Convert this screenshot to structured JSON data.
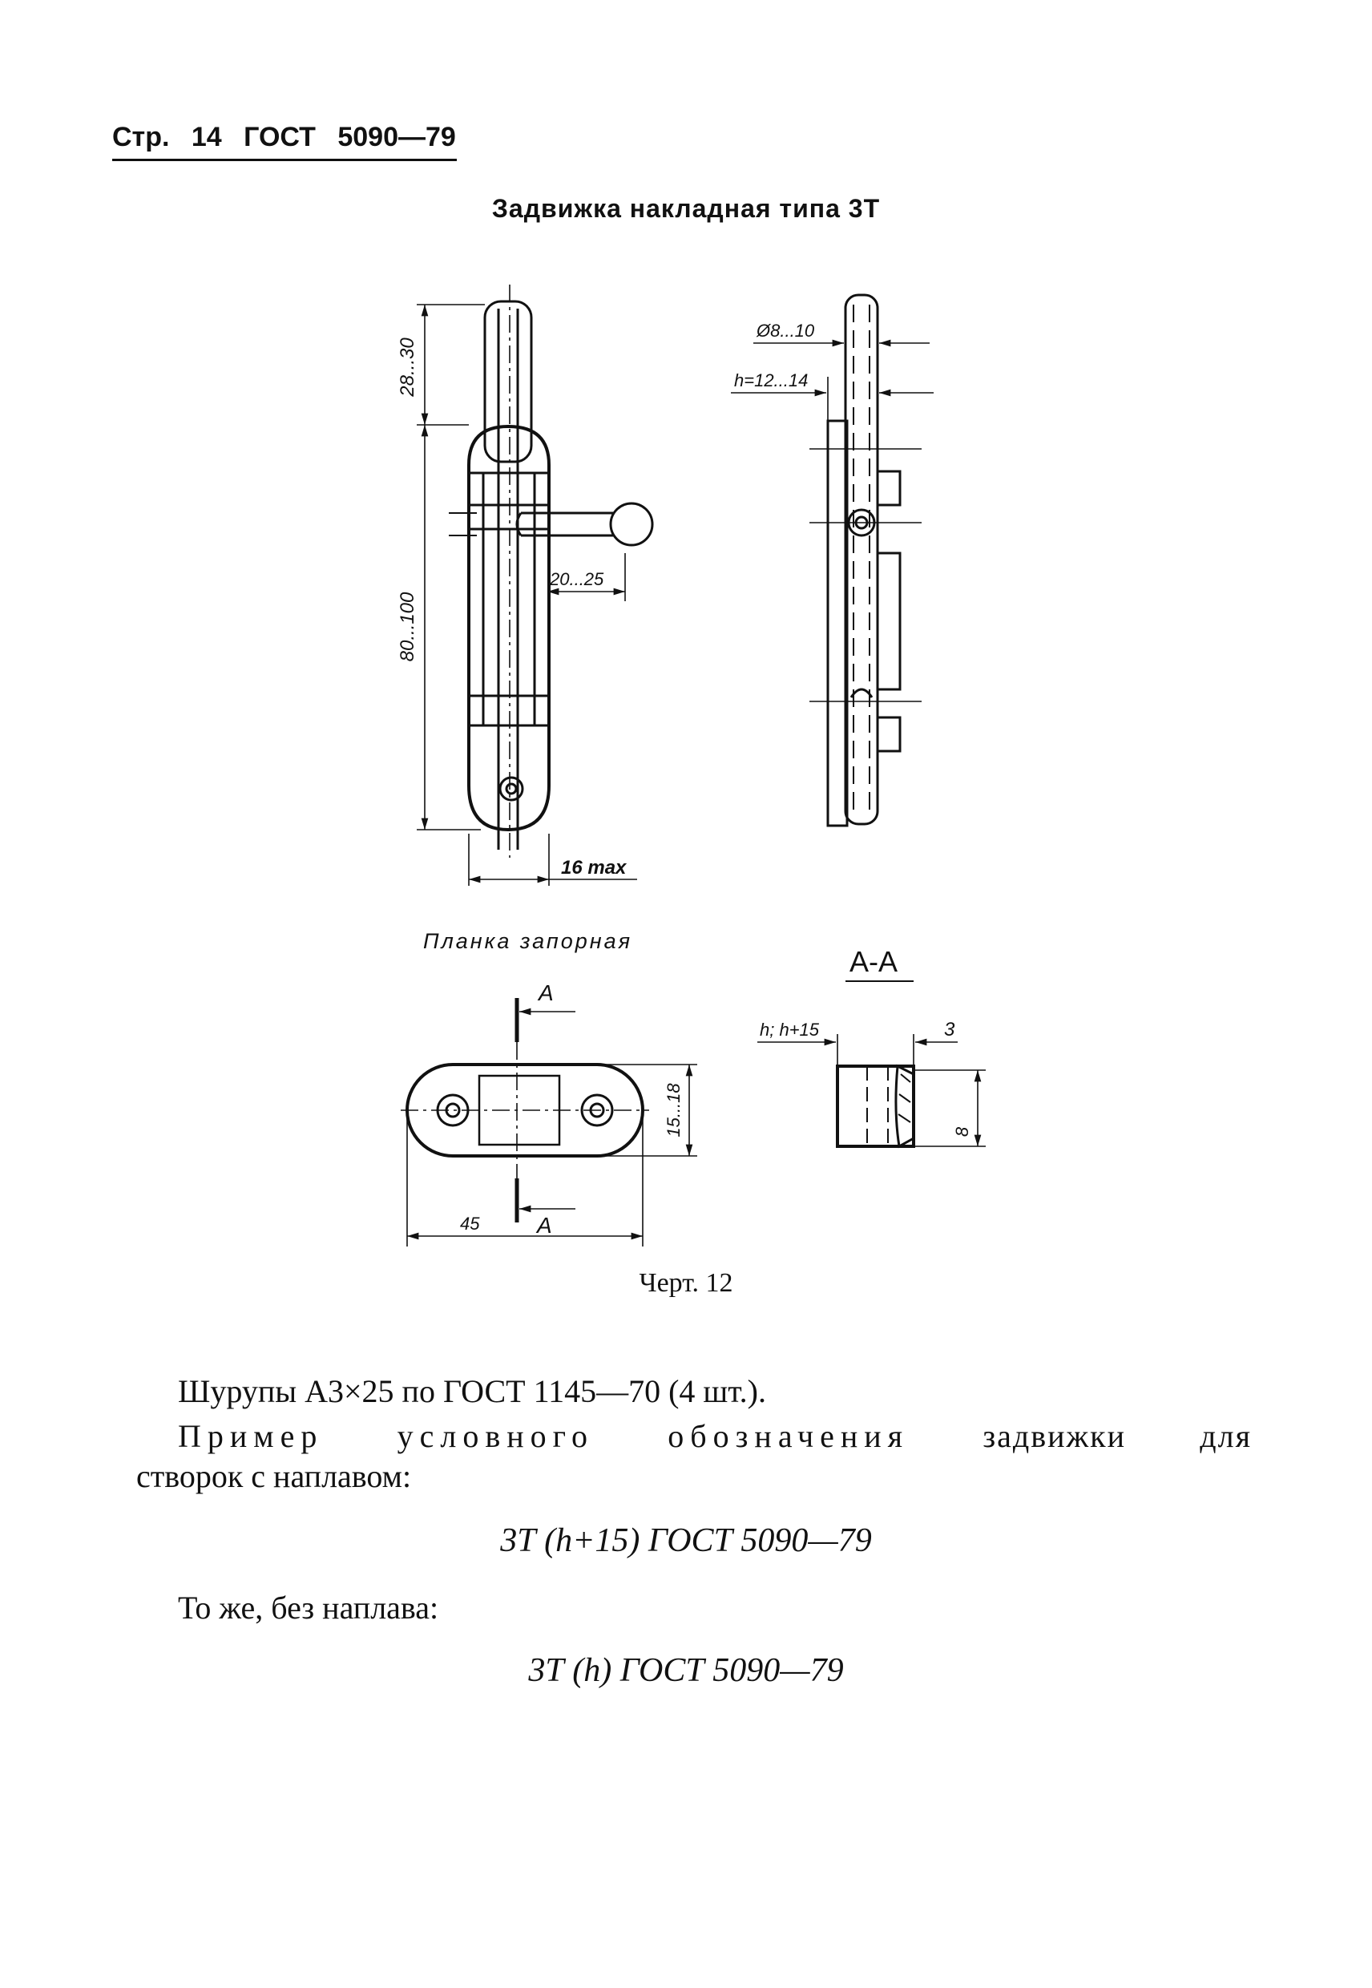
{
  "header": {
    "page_prefix": "Стр.",
    "page_number": "14",
    "standard": "ГОСТ",
    "standard_number": "5090—79"
  },
  "title": "Задвижка накладная типа 3Т",
  "drawing": {
    "dim_top_length": "28...30",
    "dim_body_length": "80...100",
    "dim_handle": "20...25",
    "dim_width_max": "16 max",
    "dim_pin_diameter": "Ø8...10",
    "dim_height": "h=12...14",
    "strike_plate_label": "Планка запорная",
    "section_marker": "A",
    "section_title": "A-A",
    "dim_section_h": "h; h+15",
    "dim_section_3": "3",
    "dim_section_8": "8",
    "dim_plate_height": "15...18",
    "dim_plate_length": "45"
  },
  "caption": "Черт. 12",
  "text": {
    "screws": "Шурупы А3×25 по ГОСТ 1145—70 (4 шт.).",
    "example_words": [
      "Пример",
      "условного",
      "обозначения",
      "задвижки",
      "для"
    ],
    "example_line2": "створок с наплавом:",
    "designation_1": "3Т (h+15) ГОСТ 5090—79",
    "same_without": "То же, без наплава:",
    "designation_2": "3Т (h) ГОСТ 5090—79"
  }
}
